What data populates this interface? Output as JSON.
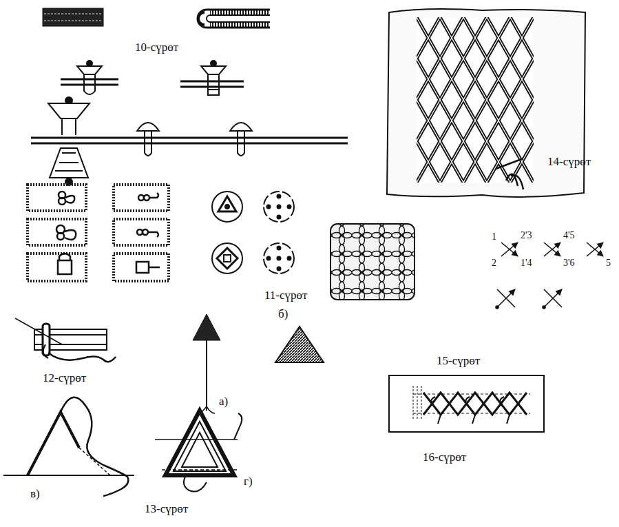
{
  "diagram": {
    "labels": [
      "10-сүрөт",
      "11-сүрөт",
      "12-сүрөт",
      "а)",
      "б)",
      "в)",
      "г)",
      "13-сүрөт",
      "14-сүрөт",
      "1",
      "2'3",
      "4'5",
      "5",
      "2",
      "1'4",
      "3'6",
      "15-сүрөт",
      "16-сүрөт"
    ]
  }
}
